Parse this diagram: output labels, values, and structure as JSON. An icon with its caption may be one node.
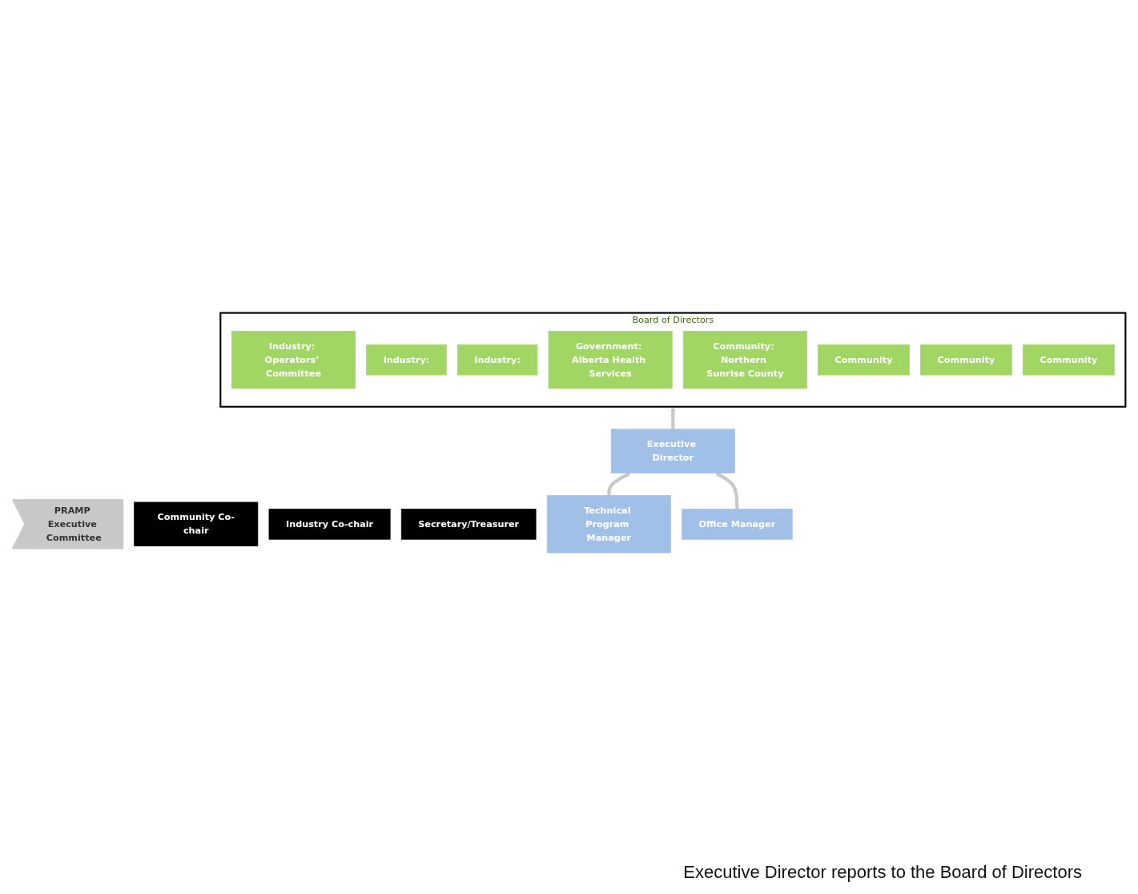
{
  "diagram": {
    "nodes": [
      {
        "text": [
          "PRAMP Executive Committee"
        ]
      },
      {
        "text": [
          "Community Co-chair"
        ]
      },
      {
        "text": [
          "Industry Co-chair"
        ]
      },
      {
        "text": [
          "Secretary/Treasurer"
        ]
      },
      {
        "text": [
          "Board of Directors"
        ]
      },
      {
        "text": [
          "Industry: Operators’ Committee"
        ],
        "in": 4
      },
      {
        "text": [
          "Industry:"
        ],
        "in": 4
      },
      {
        "text": [
          "Industry:"
        ],
        "in": 4
      },
      {
        "text": [
          "Government: Alberta Health Services"
        ],
        "in": 4
      },
      {
        "text": [
          "Community: Northern Sunrise County"
        ],
        "in": 4
      },
      {
        "text": [
          "Community"
        ],
        "in": 4
      },
      {
        "text": [
          "Community"
        ],
        "in": 4
      },
      {
        "text": [
          "Community"
        ],
        "in": 4
      },
      {
        "text": [
          "Executive Director"
        ]
      },
      {
        "text": [
          "Technical Program Manager"
        ]
      },
      {
        "text": [
          "Office Manager"
        ]
      }
    ],
    "edges": [
      {
        "from": 13,
        "to": 4,
        "arrow": "to"
      },
      {
        "from": 14,
        "to": 13,
        "arrow": "to"
      },
      {
        "from": 15,
        "to": 13,
        "arrow": "to"
      }
    ],
    "labels": [
      "Executive Director reports to the Board of Directors"
    ]
  }
}
